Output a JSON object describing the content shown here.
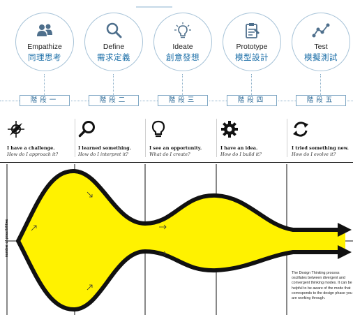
{
  "stages": [
    {
      "en": "Empathize",
      "zh": "同理思考",
      "icon": "people-icon"
    },
    {
      "en": "Define",
      "zh": "需求定義",
      "icon": "magnifier-icon"
    },
    {
      "en": "Ideate",
      "zh": "創意發想",
      "icon": "lightbulb-icon"
    },
    {
      "en": "Prototype",
      "zh": "模型設計",
      "icon": "clipboard-icon"
    },
    {
      "en": "Test",
      "zh": "模擬測試",
      "icon": "chart-line-icon"
    }
  ],
  "steps": [
    "階段一",
    "階段二",
    "階段三",
    "階段四",
    "階段五"
  ],
  "phases": [
    {
      "line1": "I have a challenge.",
      "line2": "How do I approach it?",
      "icon": "compass-icon"
    },
    {
      "line1": "I learned something.",
      "line2": "How do I interpret it?",
      "icon": "magnifier-icon"
    },
    {
      "line1": "I see an opportunity.",
      "line2": "What do I create?",
      "icon": "lightbulb-icon"
    },
    {
      "line1": "I have an idea.",
      "line2": "How do I build it?",
      "icon": "gear-icon"
    },
    {
      "line1": "I tried something new.",
      "line2": "How do I evolve it?",
      "icon": "cycle-icon"
    }
  ],
  "diagram": {
    "ylabel": "number of possibilities",
    "note": "The Design Thinking process oscillates between divergent and convergent thinking modes. It can be helpful to be aware of the mode that corresponds to the design phase you are working through.",
    "colors": {
      "fill": "#fff200",
      "stroke": "#111111",
      "accent": "#1c6fa8"
    }
  }
}
